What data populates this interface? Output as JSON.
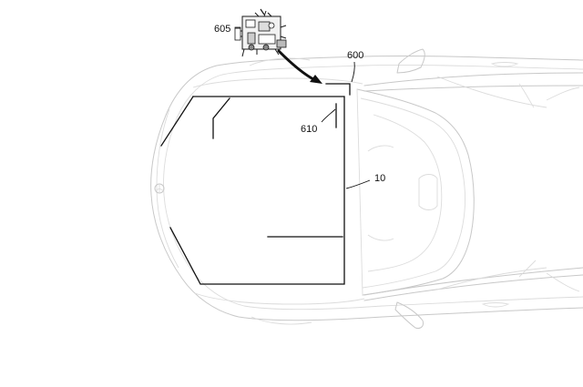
{
  "figure": {
    "labels": {
      "ref_605": "605",
      "ref_600": "600",
      "ref_610": "610",
      "ref_10": "10"
    }
  }
}
